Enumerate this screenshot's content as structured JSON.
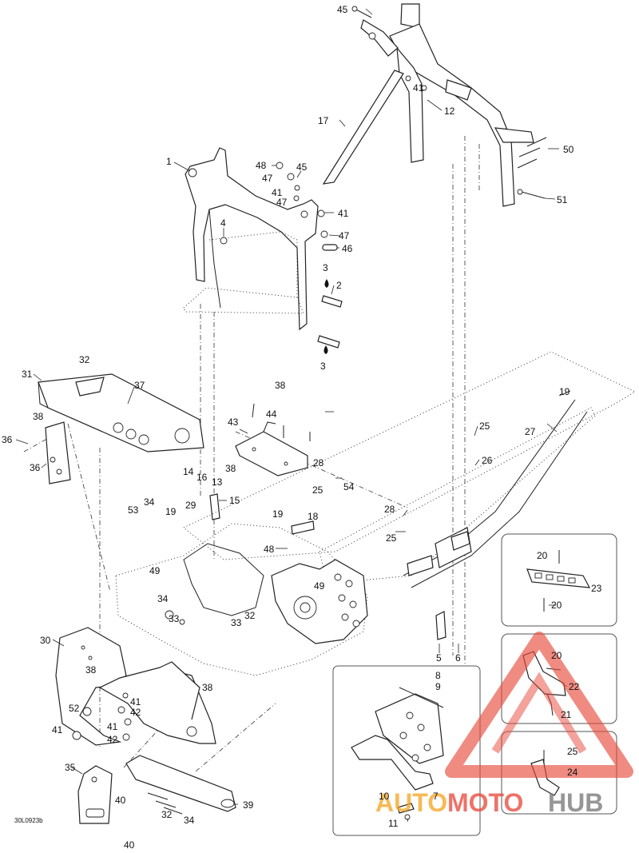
{
  "reference": "30L0923b",
  "watermark": {
    "text_part1": "AUTO",
    "text_part2": "MOTO",
    "text_part3": "HUB",
    "color_red": "#e84a3c",
    "color_orange": "#f5a623",
    "color_gray": "#777777"
  },
  "callouts": [
    {
      "id": "c1",
      "label": "45"
    },
    {
      "id": "c2",
      "label": "41"
    },
    {
      "id": "c3",
      "label": "12"
    },
    {
      "id": "c4",
      "label": "17"
    },
    {
      "id": "c5",
      "label": "50"
    },
    {
      "id": "c6",
      "label": "51"
    },
    {
      "id": "c7",
      "label": "1"
    },
    {
      "id": "c8",
      "label": "48"
    },
    {
      "id": "c9",
      "label": "45"
    },
    {
      "id": "c10",
      "label": "47"
    },
    {
      "id": "c11",
      "label": "41"
    },
    {
      "id": "c12",
      "label": "47"
    },
    {
      "id": "c13",
      "label": "41"
    },
    {
      "id": "c14",
      "label": "4"
    },
    {
      "id": "c15",
      "label": "47"
    },
    {
      "id": "c16",
      "label": "46"
    },
    {
      "id": "c17",
      "label": "3"
    },
    {
      "id": "c18",
      "label": "2"
    },
    {
      "id": "c19",
      "label": "3"
    },
    {
      "id": "c20",
      "label": "32"
    },
    {
      "id": "c21",
      "label": "31"
    },
    {
      "id": "c22",
      "label": "37"
    },
    {
      "id": "c23",
      "label": "38"
    },
    {
      "id": "c24",
      "label": "36"
    },
    {
      "id": "c25",
      "label": "36"
    },
    {
      "id": "c26",
      "label": "38"
    },
    {
      "id": "c27",
      "label": "44"
    },
    {
      "id": "c28",
      "label": "43"
    },
    {
      "id": "c29",
      "label": "38"
    },
    {
      "id": "c30",
      "label": "28"
    },
    {
      "id": "c31",
      "label": "19"
    },
    {
      "id": "c32",
      "label": "25"
    },
    {
      "id": "c33",
      "label": "27"
    },
    {
      "id": "c34",
      "label": "26"
    },
    {
      "id": "c35",
      "label": "14"
    },
    {
      "id": "c36",
      "label": "16"
    },
    {
      "id": "c37",
      "label": "13"
    },
    {
      "id": "c38",
      "label": "15"
    },
    {
      "id": "c39",
      "label": "25"
    },
    {
      "id": "c40",
      "label": "54"
    },
    {
      "id": "c41",
      "label": "53"
    },
    {
      "id": "c42",
      "label": "34"
    },
    {
      "id": "c43",
      "label": "19"
    },
    {
      "id": "c44",
      "label": "29"
    },
    {
      "id": "c45",
      "label": "19"
    },
    {
      "id": "c46",
      "label": "18"
    },
    {
      "id": "c47",
      "label": "28"
    },
    {
      "id": "c48",
      "label": "25"
    },
    {
      "id": "c49",
      "label": "48"
    },
    {
      "id": "c50",
      "label": "49"
    },
    {
      "id": "c51",
      "label": "49"
    },
    {
      "id": "c52",
      "label": "34"
    },
    {
      "id": "c53",
      "label": "33"
    },
    {
      "id": "c54",
      "label": "33"
    },
    {
      "id": "c55",
      "label": "32"
    },
    {
      "id": "c56",
      "label": "30"
    },
    {
      "id": "c57",
      "label": "38"
    },
    {
      "id": "c58",
      "label": "38"
    },
    {
      "id": "c59",
      "label": "52"
    },
    {
      "id": "c60",
      "label": "41"
    },
    {
      "id": "c61",
      "label": "42"
    },
    {
      "id": "c62",
      "label": "41"
    },
    {
      "id": "c63",
      "label": "41"
    },
    {
      "id": "c64",
      "label": "42"
    },
    {
      "id": "c65",
      "label": "35"
    },
    {
      "id": "c66",
      "label": "40"
    },
    {
      "id": "c67",
      "label": "32"
    },
    {
      "id": "c68",
      "label": "34"
    },
    {
      "id": "c69",
      "label": "39"
    },
    {
      "id": "c70",
      "label": "40"
    },
    {
      "id": "c71",
      "label": "5"
    },
    {
      "id": "c72",
      "label": "6"
    },
    {
      "id": "c73",
      "label": "8"
    },
    {
      "id": "c74",
      "label": "9"
    },
    {
      "id": "c75",
      "label": "10"
    },
    {
      "id": "c76",
      "label": "7"
    },
    {
      "id": "c77",
      "label": "11"
    },
    {
      "id": "c78",
      "label": "20"
    },
    {
      "id": "c79",
      "label": "23"
    },
    {
      "id": "c80",
      "label": "20"
    },
    {
      "id": "c81",
      "label": "20"
    },
    {
      "id": "c82",
      "label": "22"
    },
    {
      "id": "c83",
      "label": "21"
    },
    {
      "id": "c84",
      "label": "25"
    },
    {
      "id": "c85",
      "label": "24"
    }
  ]
}
